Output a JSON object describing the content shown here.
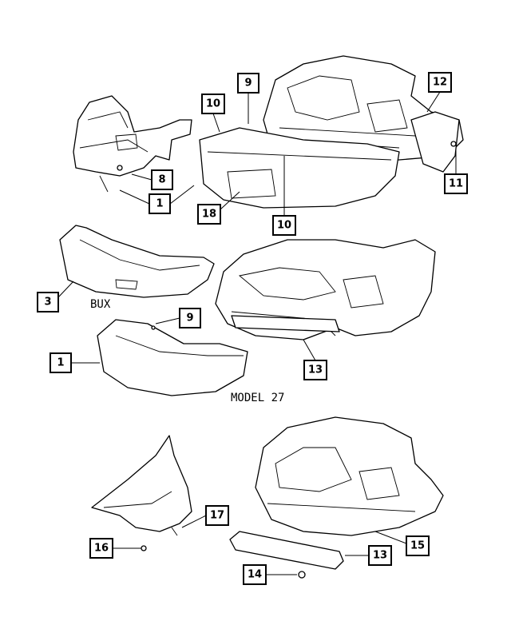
{
  "callouts": {
    "c1_top": "1",
    "c8": "8",
    "c9_top": "9",
    "c10_left": "10",
    "c10_bottom": "10",
    "c12": "12",
    "c11": "11",
    "c18": "18",
    "c3": "3",
    "c9_mid": "9",
    "c1_mid": "1",
    "c13_mid": "13",
    "c17": "17",
    "c16": "16",
    "c14": "14",
    "c13_bottom": "13",
    "c15": "15"
  },
  "captions": {
    "bux": "BUX",
    "model": "MODEL 27"
  }
}
